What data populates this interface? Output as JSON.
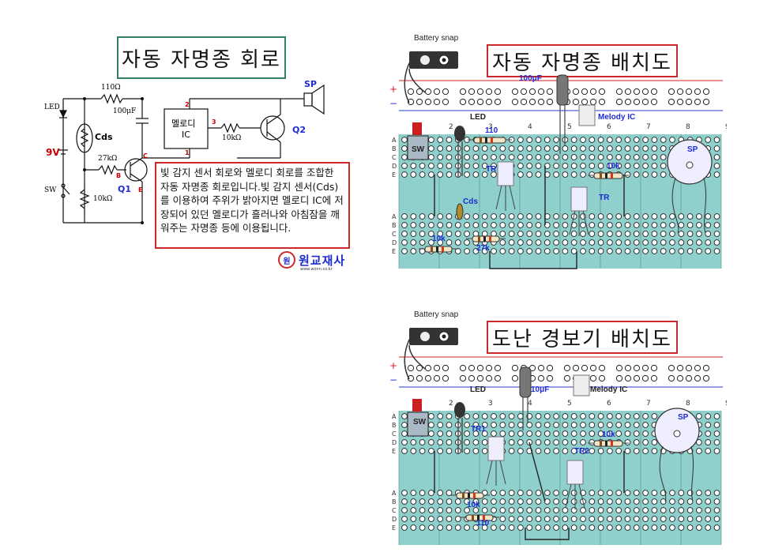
{
  "schematic": {
    "title": "자동 자명종 회로",
    "labels": {
      "r1": "110Ω",
      "cap": "100μF",
      "led": "LED",
      "cds": "Cds",
      "battery": "9V",
      "sw": "SW",
      "r2": "27kΩ",
      "r3": "10kΩ",
      "r4": "10kΩ",
      "ic_line1": "멜로디",
      "ic_line2": "IC",
      "pin1": "1",
      "pin2": "2",
      "pin3": "3",
      "q1": "Q1",
      "q2": "Q2",
      "sp": "SP",
      "c": "C",
      "b": "B",
      "e": "E"
    },
    "description": "빛 감지 센서 회로와 멜로디 회로를 조합한 자동 자명종 회로입니다.빛 감지 센서(Cds)를 이용하여 주위가 밝아지면 멜로디 IC에 저장되어 있던 멜로디가 흘러나와 아침잠을 깨워주는 자명종 등에 이용됩니다.",
    "logo": "원교재사",
    "logo_mark": "원",
    "logo_url": "www.wonn.co.kr"
  },
  "layout1": {
    "title": "자동 자명종 배치도",
    "battery_snap": "Battery snap",
    "cap_label": "100μF",
    "labels": [
      "LED",
      "110",
      "Melody IC",
      "Cds",
      "TR",
      "TR",
      "SW",
      "SP",
      "10k",
      "10k",
      "27k"
    ],
    "column_numbers": [
      "2",
      "3",
      "4",
      "5",
      "6",
      "7",
      "8",
      "9"
    ],
    "row_letters": [
      "A",
      "B",
      "C",
      "D",
      "E",
      "A",
      "B",
      "C",
      "D",
      "E"
    ]
  },
  "layout2": {
    "title": "도난 경보기 배치도",
    "battery_snap": "Battery snap",
    "cap_label": "10μF",
    "labels": [
      "LED",
      "Melody IC",
      "TR1",
      "TR2",
      "SW",
      "SP",
      "10k",
      "10k",
      "110"
    ],
    "column_numbers": [
      "2",
      "3",
      "4",
      "5",
      "6",
      "7",
      "8",
      "9"
    ],
    "row_letters": [
      "A",
      "B",
      "C",
      "D",
      "E",
      "A",
      "B",
      "C",
      "D",
      "E"
    ]
  },
  "colors": {
    "teal": "#8fd0cc",
    "rail_red": "#d42020",
    "rail_blue": "#2a3bd0",
    "title_border_red": "#cc2a2a",
    "title_border_teal": "#2f7f6b"
  }
}
